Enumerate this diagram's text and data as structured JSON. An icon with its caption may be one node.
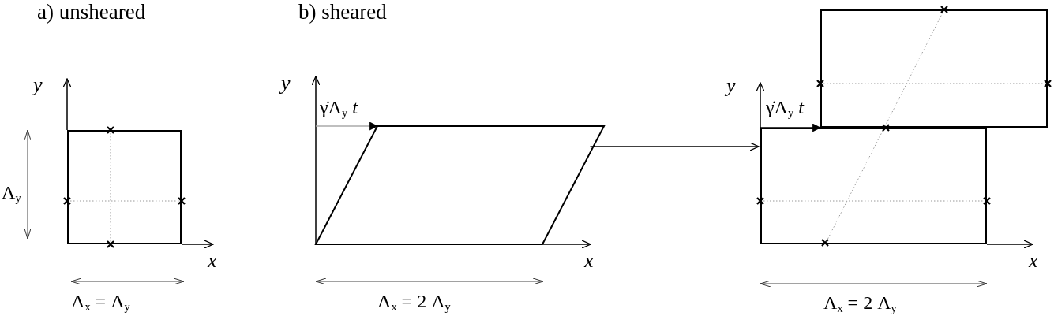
{
  "diagram": {
    "nodes": [
      {
        "text": [],
        "shape": "box"
      },
      {
        "text": [],
        "shape": "parallelogram"
      },
      {
        "text": [],
        "shape": "box"
      },
      {
        "text": [],
        "shape": "box"
      }
    ],
    "edges": [
      {
        "from": 1,
        "to": 2,
        "arrow": "to"
      },
      {
        "from": 2,
        "to": 3,
        "arrow": "none",
        "style": "dashed",
        "color": "#999999"
      }
    ],
    "labels": [
      "a) unsheared",
      "b) sheared",
      "*y*",
      "Λ$_{y}$",
      "*x*",
      "Λ$_{x}$ = Λ$_{y}$",
      "*y*",
      "γ̇Λ$_{y}$ *t*",
      "*x*",
      "Λ$_{x}$ = 2 Λ$_{y}$",
      "*y*",
      "γ̇Λ$_{y}$ *t*",
      "*x*",
      "Λ$_{x}$ = 2 Λ$_{y}$"
    ]
  }
}
